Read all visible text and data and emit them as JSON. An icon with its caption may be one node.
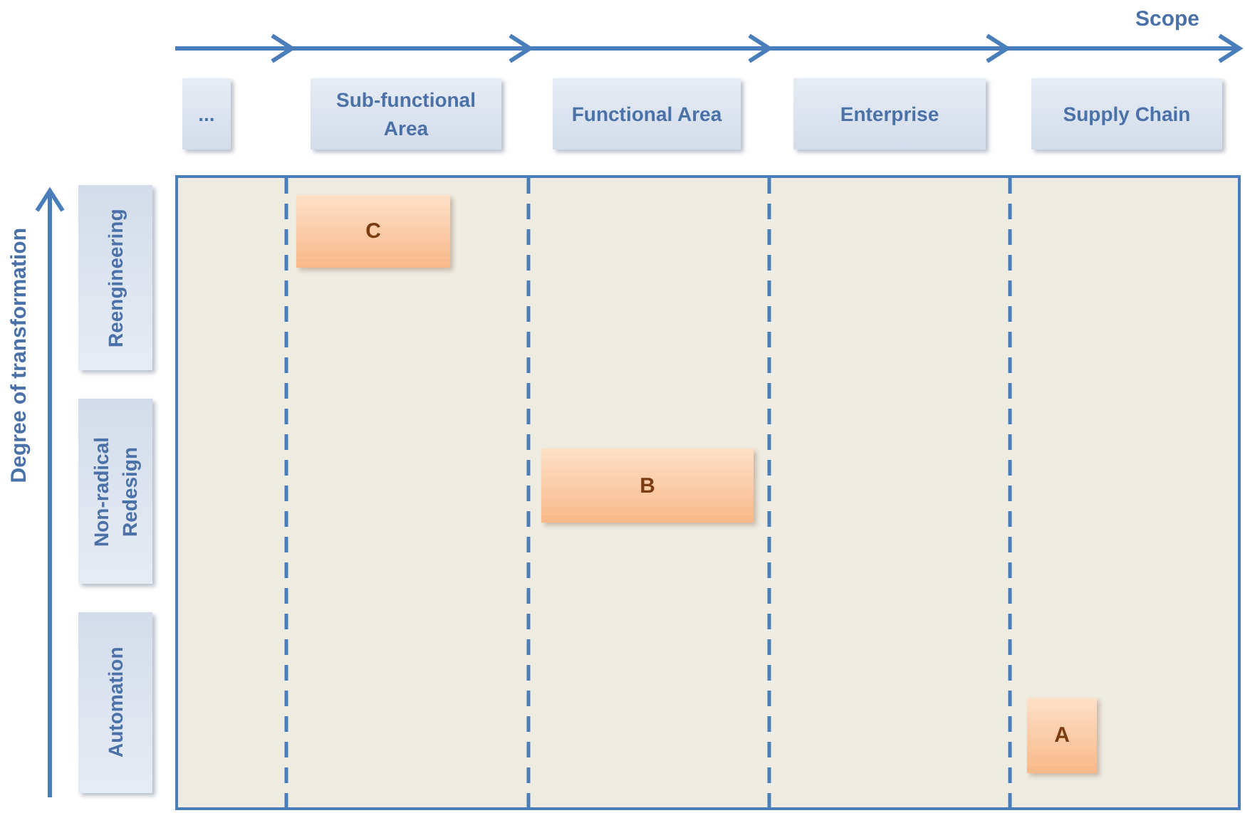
{
  "diagram": {
    "nodes": [
      {
        "text": [
          "..."
        ]
      },
      {
        "text": [
          "Sub-functional Area"
        ]
      },
      {
        "text": [
          "Functional Area"
        ]
      },
      {
        "text": [
          "Enterprise"
        ]
      },
      {
        "text": [
          "Supply Chain"
        ]
      },
      {
        "text": [
          "Reengineering"
        ]
      },
      {
        "text": [
          "Non-radical Redesign"
        ]
      },
      {
        "text": [
          "Automation"
        ]
      },
      {
        "text": [],
        "shape": "box"
      },
      {
        "text": [
          "C"
        ],
        "in": 8
      },
      {
        "text": [
          "B"
        ],
        "in": 8
      },
      {
        "text": [
          "A"
        ],
        "in": 8
      }
    ],
    "labels": [
      "Scope",
      "Degree of transformation"
    ]
  }
}
